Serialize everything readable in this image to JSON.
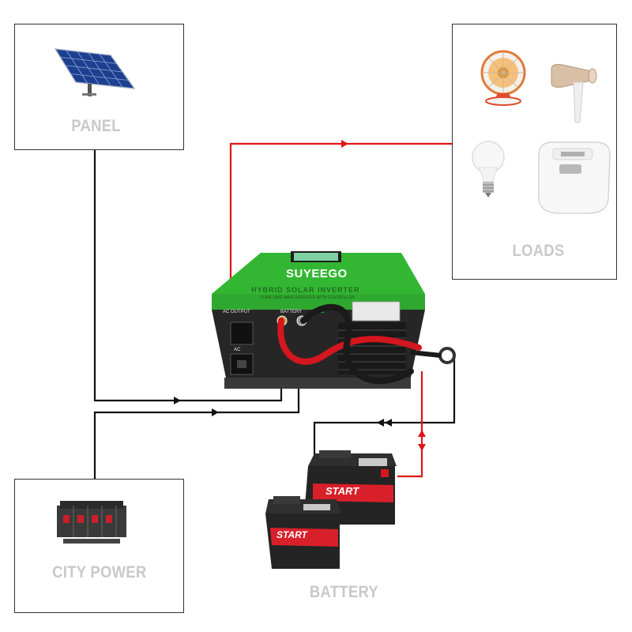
{
  "labels": {
    "panel": "PANEL",
    "loads": "LOADS",
    "city_power": "CITY POWER",
    "battery": "BATTERY"
  },
  "inverter": {
    "brand": "SUYEEGO",
    "subtitle": "HYBRID SOLAR INVERTER",
    "tagline": "PURE SINE WAVE INVERTER WITH CONTROLLER",
    "ac_output": "AC OUTPUT",
    "battery_port": "BATTERY",
    "ac_input": "AC",
    "color_body": "#3cc43c"
  },
  "batteries": {
    "label": "START",
    "color": "#d8202a"
  },
  "wires": {
    "ac_color": "#e01515",
    "dc_color": "#111111"
  },
  "icons": [
    "solar-panel-icon",
    "heater-icon",
    "hair-dryer-icon",
    "light-bulb-icon",
    "rice-cooker-icon",
    "circuit-breaker-icon",
    "car-battery-icon"
  ]
}
